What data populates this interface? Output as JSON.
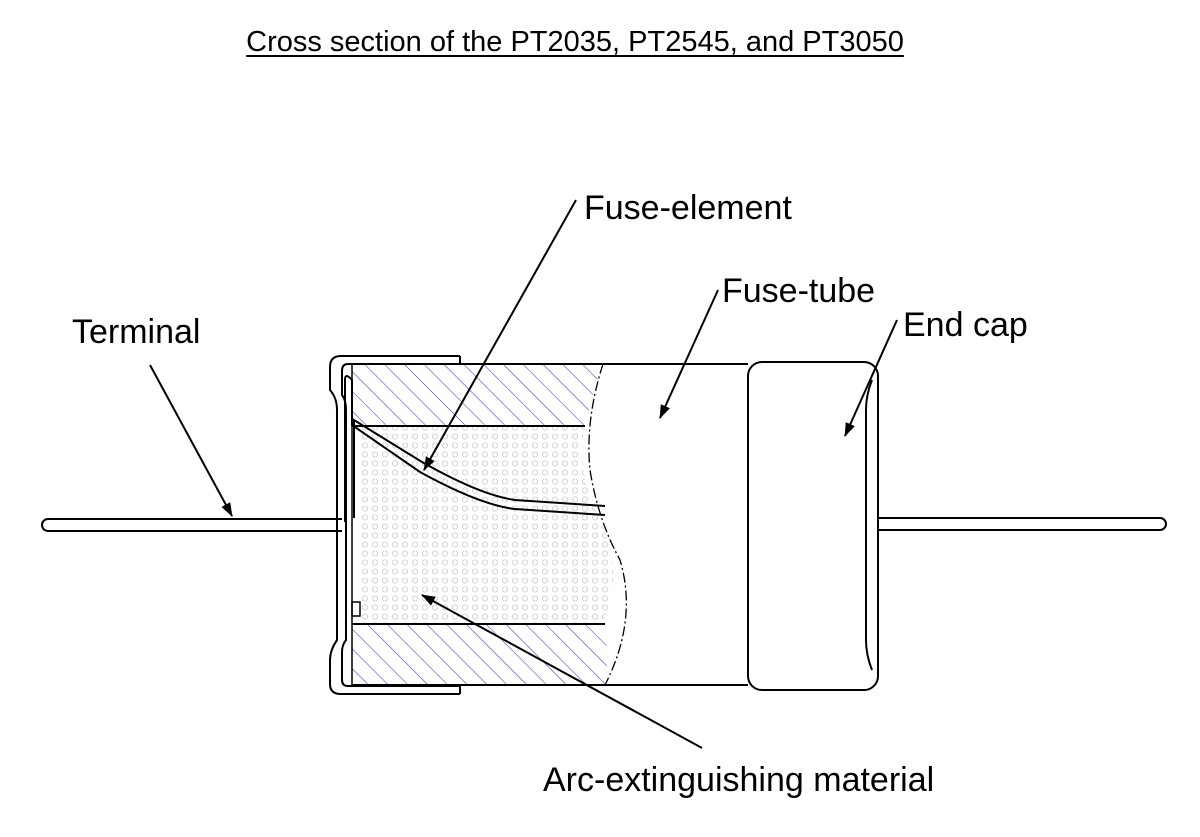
{
  "title": "Cross section of the PT2035, PT2545, and PT3050",
  "labels": {
    "terminal": "Terminal",
    "fuse_element": "Fuse-element",
    "fuse_tube": "Fuse-tube",
    "end_cap": "End cap",
    "arc_material": "Arc-extinguishing material"
  },
  "colors": {
    "line": "#000000",
    "hatch": "#3a3fb8",
    "dots": "#c9c9d4",
    "background": "#ffffff"
  }
}
